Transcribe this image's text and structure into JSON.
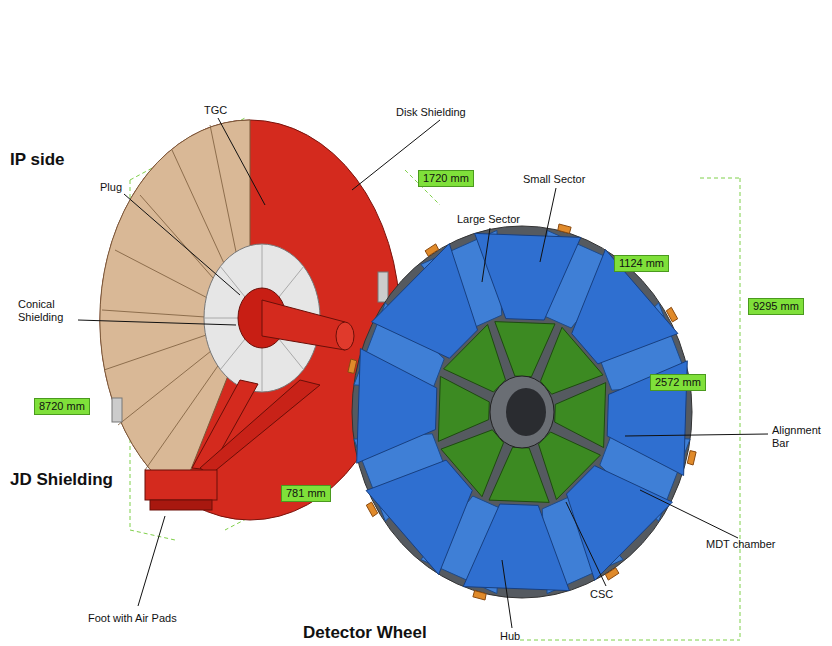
{
  "diagram": {
    "labels": [
      "IP side",
      "TGC",
      "Disk Shielding",
      "Plug",
      "Conical Shielding",
      "JD Shielding",
      "Foot with Air Pads",
      "Detector Wheel",
      "1720 mm",
      "8720 mm",
      "781 mm",
      "Small Sector",
      "Large Sector",
      "1124 mm",
      "2572 mm",
      "9295 mm",
      "Alignment Bar",
      "MDT chamber",
      "CSC",
      "Hub"
    ]
  }
}
